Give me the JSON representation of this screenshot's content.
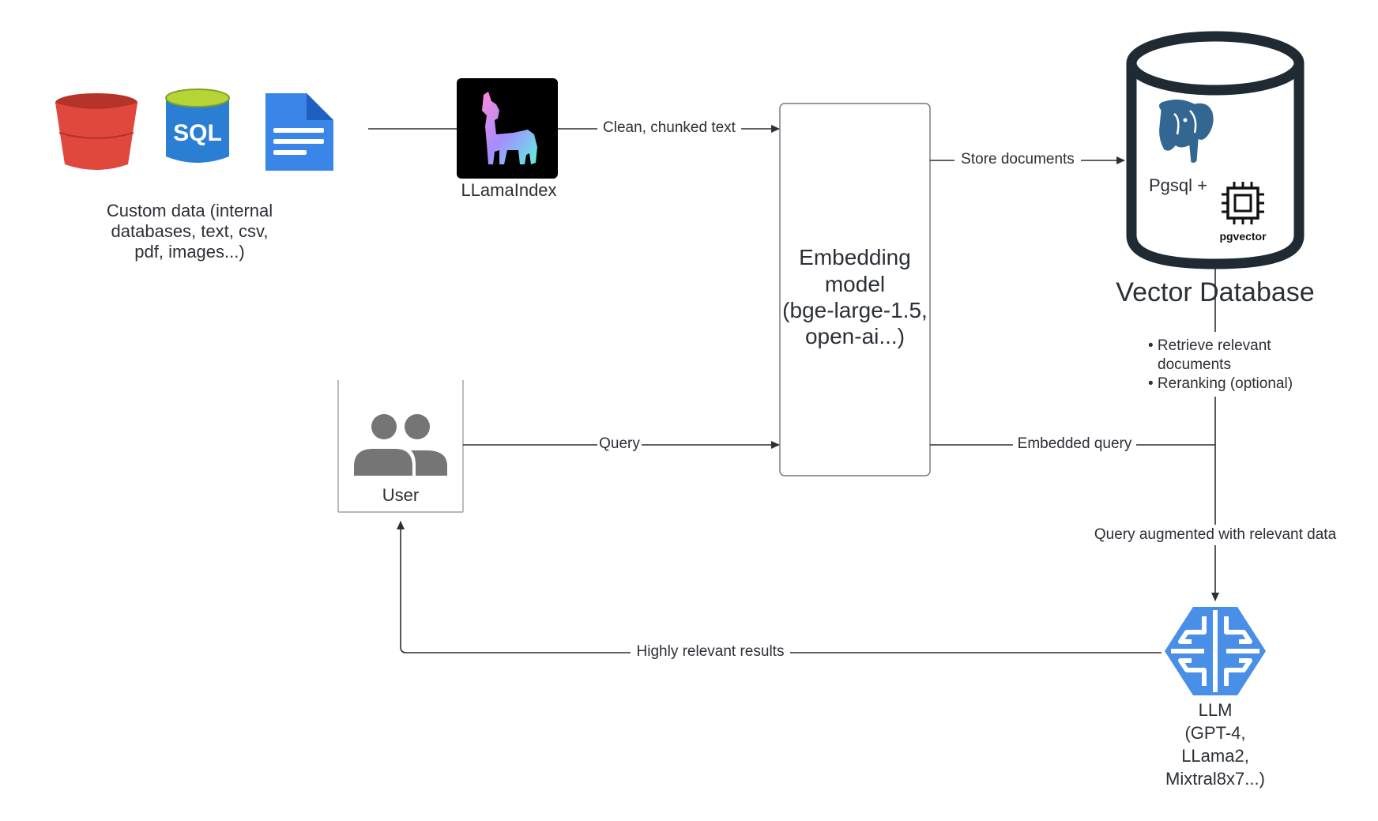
{
  "sources": {
    "caption_lines": [
      "Custom data (internal",
      "databases, text, csv,",
      "pdf, images...)"
    ],
    "sql_icon_text": "SQL"
  },
  "llamaindex": {
    "label": "LLamaIndex"
  },
  "embedding": {
    "lines": [
      "Embedding",
      "model",
      "(bge-large-1.5,",
      "open-ai...)"
    ]
  },
  "vector_db": {
    "title": "Vector Database",
    "pgsql_label": "Pgsql +",
    "pgvector_label": "pgvector"
  },
  "user": {
    "label": "User"
  },
  "llm": {
    "lines": [
      "LLM",
      "(GPT-4,",
      "LLama2,",
      "Mixtral8x7...)"
    ]
  },
  "edges": {
    "clean_text": "Clean, chunked text",
    "store_documents": "Store documents",
    "query": "Query",
    "embedded_query": "Embedded query",
    "retrieve_1": "• Retrieve relevant",
    "retrieve_2": "documents",
    "rerank": "• Reranking (optional)",
    "augmented": "Query augmented with relevant data",
    "results": "Highly relevant results"
  },
  "colors": {
    "line": "#2b2f36",
    "bucket_red": "#e0473d",
    "sql_blue": "#2a7fd4",
    "sql_green": "#b7d437",
    "doc_blue": "#3a86e8",
    "db_outline": "#1f2a33",
    "brain_blue": "#4a8fe7",
    "user_gray": "#757575",
    "pg_blue": "#336791"
  }
}
